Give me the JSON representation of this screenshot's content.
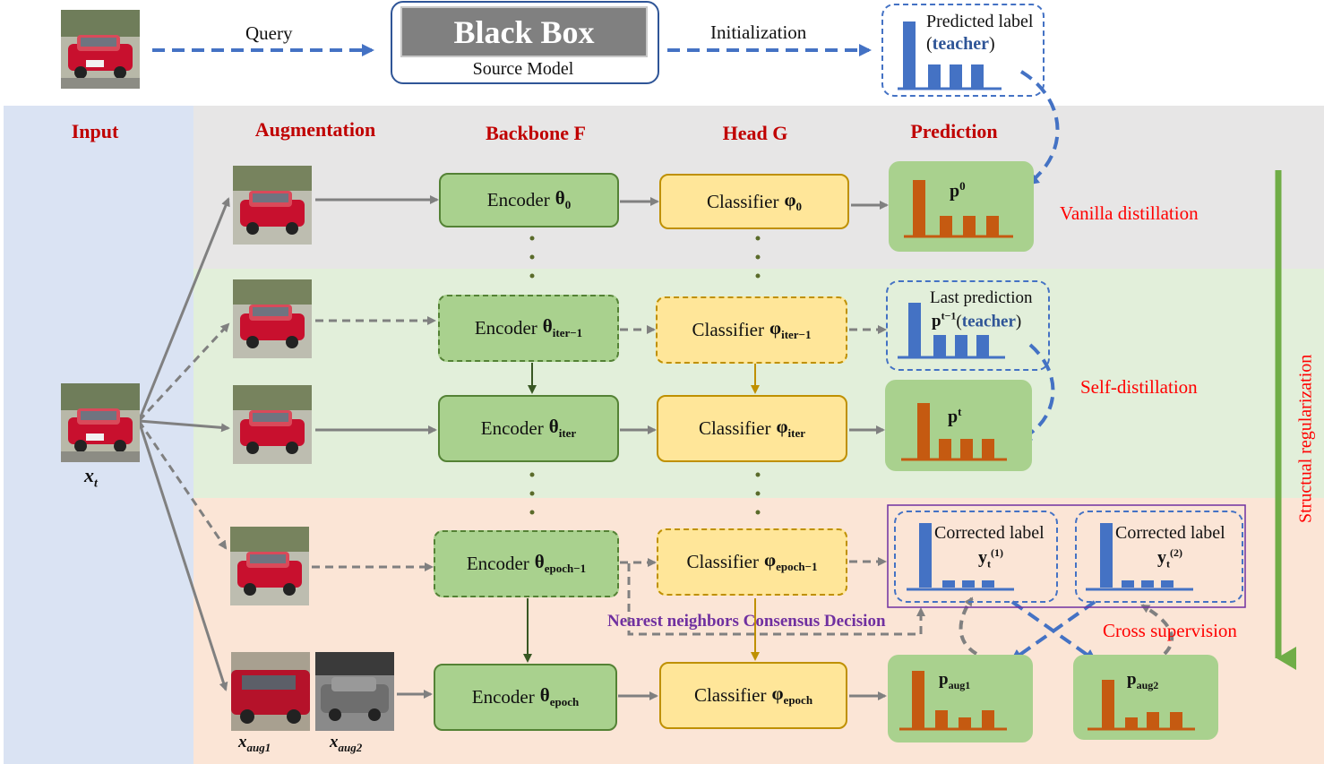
{
  "top": {
    "query_label": "Query",
    "black_box_title": "Black Box",
    "source_model_label": "Source Model",
    "initialization_label": "Initialization",
    "teacher_label_line1": "Predicted label",
    "teacher_label_line2": "teacher"
  },
  "headers": {
    "input": "Input",
    "augmentation": "Augmentation",
    "backbone": "Backbone F",
    "head": "Head G",
    "prediction": "Prediction"
  },
  "rows": {
    "r0": {
      "encoder": "Encoder",
      "encoder_sym": "θ",
      "encoder_sub": "0",
      "classifier": "Classifier",
      "classifier_sym": "φ",
      "classifier_sub": "0",
      "pred_label": "p",
      "pred_sup": "0"
    },
    "r1": {
      "encoder": "Encoder",
      "encoder_sym": "θ",
      "encoder_sub": "iter−1",
      "classifier": "Classifier",
      "classifier_sym": "φ",
      "classifier_sub": "iter−1",
      "last_line1": "Last prediction",
      "last_p": "p",
      "last_sup": "t−1",
      "last_teacher": "teacher"
    },
    "r2": {
      "encoder": "Encoder",
      "encoder_sym": "θ",
      "encoder_sub": "iter",
      "classifier": "Classifier",
      "classifier_sym": "φ",
      "classifier_sub": "iter",
      "pred_label": "p",
      "pred_sup": "t"
    },
    "r3": {
      "encoder": "Encoder",
      "encoder_sym": "θ",
      "encoder_sub": "epoch−1",
      "classifier": "Classifier",
      "classifier_sym": "φ",
      "classifier_sub": "epoch−1",
      "corrected1": "Corrected label",
      "y1_sub": "t",
      "y1_sup": "(1)",
      "corrected2": "Corrected label",
      "y2_sub": "t",
      "y2_sup": "(2)"
    },
    "r4": {
      "encoder": "Encoder",
      "encoder_sym": "θ",
      "encoder_sub": "epoch",
      "classifier": "Classifier",
      "classifier_sym": "φ",
      "classifier_sub": "epoch",
      "paug1": "p",
      "paug1_sub": "aug1",
      "paug2": "p",
      "paug2_sub": "aug2"
    }
  },
  "labels": {
    "vanilla": "Vanilla distillation",
    "self": "Self-distillation",
    "cross": "Cross supervision",
    "consensus": "Nearest neighbors Consensus Decision",
    "structural": "Structual regularization",
    "x_t": "x",
    "x_t_sub": "t",
    "x_aug1": "x",
    "x_aug1_sub": "aug1",
    "x_aug2": "x",
    "x_aug2_sub": "aug2"
  },
  "colors": {
    "input_band": "#dae3f3",
    "gray_band": "#e7e6e6",
    "green_band": "#e2efda",
    "salmon_band": "#fbe5d6",
    "encoder_fill": "#a9d18e",
    "classifier_fill": "#ffe699",
    "header_red": "#c00000",
    "teacher_blue": "#4472c4",
    "bar_orange": "#c55a11",
    "consensus_purple": "#7030a0"
  }
}
